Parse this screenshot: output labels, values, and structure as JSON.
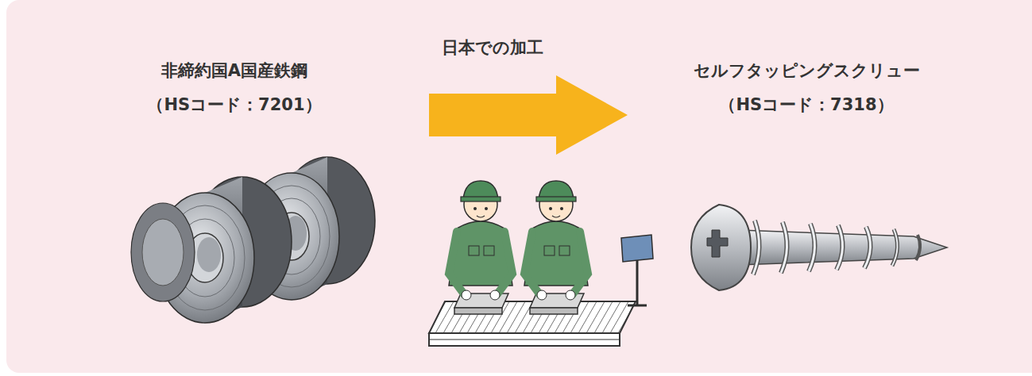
{
  "diagram": {
    "nodes": [
      {
        "text": [
          "非締約国A国産鉄鋼",
          "（HSコード：7201）"
        ]
      },
      {
        "text": [
          "セルフタッピングスクリュー",
          "（HSコード：7318）"
        ]
      }
    ],
    "edges": [
      {
        "from": 0,
        "to": 1,
        "arrow": "to",
        "label": "日本での加工"
      }
    ]
  }
}
